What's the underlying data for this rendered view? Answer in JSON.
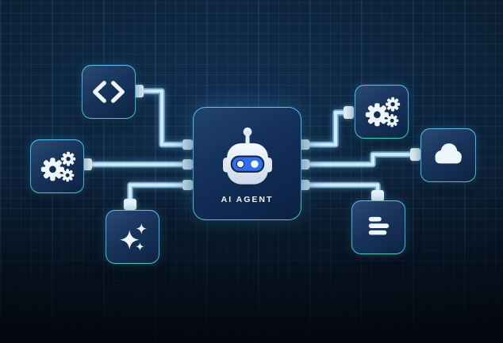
{
  "diagram": {
    "central_node": {
      "id": "ai-agent",
      "label": "AI AGENT",
      "icon": "robot-icon"
    },
    "nodes": [
      {
        "id": "code",
        "icon": "code-icon",
        "position": "top-left"
      },
      {
        "id": "gears-left",
        "icon": "gears-icon",
        "position": "middle-left"
      },
      {
        "id": "sparkles",
        "icon": "sparkles-icon",
        "position": "bottom-left"
      },
      {
        "id": "gears-right",
        "icon": "gears-icon",
        "position": "top-right"
      },
      {
        "id": "cloud",
        "icon": "cloud-icon",
        "position": "middle-right"
      },
      {
        "id": "list",
        "icon": "list-lines-icon",
        "position": "bottom-right"
      }
    ],
    "connections": [
      {
        "from": "code",
        "to": "ai-agent"
      },
      {
        "from": "gears-left",
        "to": "ai-agent"
      },
      {
        "from": "sparkles",
        "to": "ai-agent"
      },
      {
        "from": "ai-agent",
        "to": "gears-right"
      },
      {
        "from": "ai-agent",
        "to": "cloud"
      },
      {
        "from": "ai-agent",
        "to": "list"
      }
    ],
    "colors": {
      "background": "#0b1c30",
      "grid_line": "#3a6a96",
      "node_fill_dark": "#0e2344",
      "node_fill_light": "#294b72",
      "border_cyan": "#55c6f3",
      "border_teal": "#2ed3c3",
      "connector_outer": "#76abd0",
      "connector_inner": "#cfeafd",
      "plug": "#e9f6fd",
      "icon": "#eff6fb",
      "visor_blue": "#2e6ff2",
      "label_text": "#f2f7fb"
    }
  }
}
